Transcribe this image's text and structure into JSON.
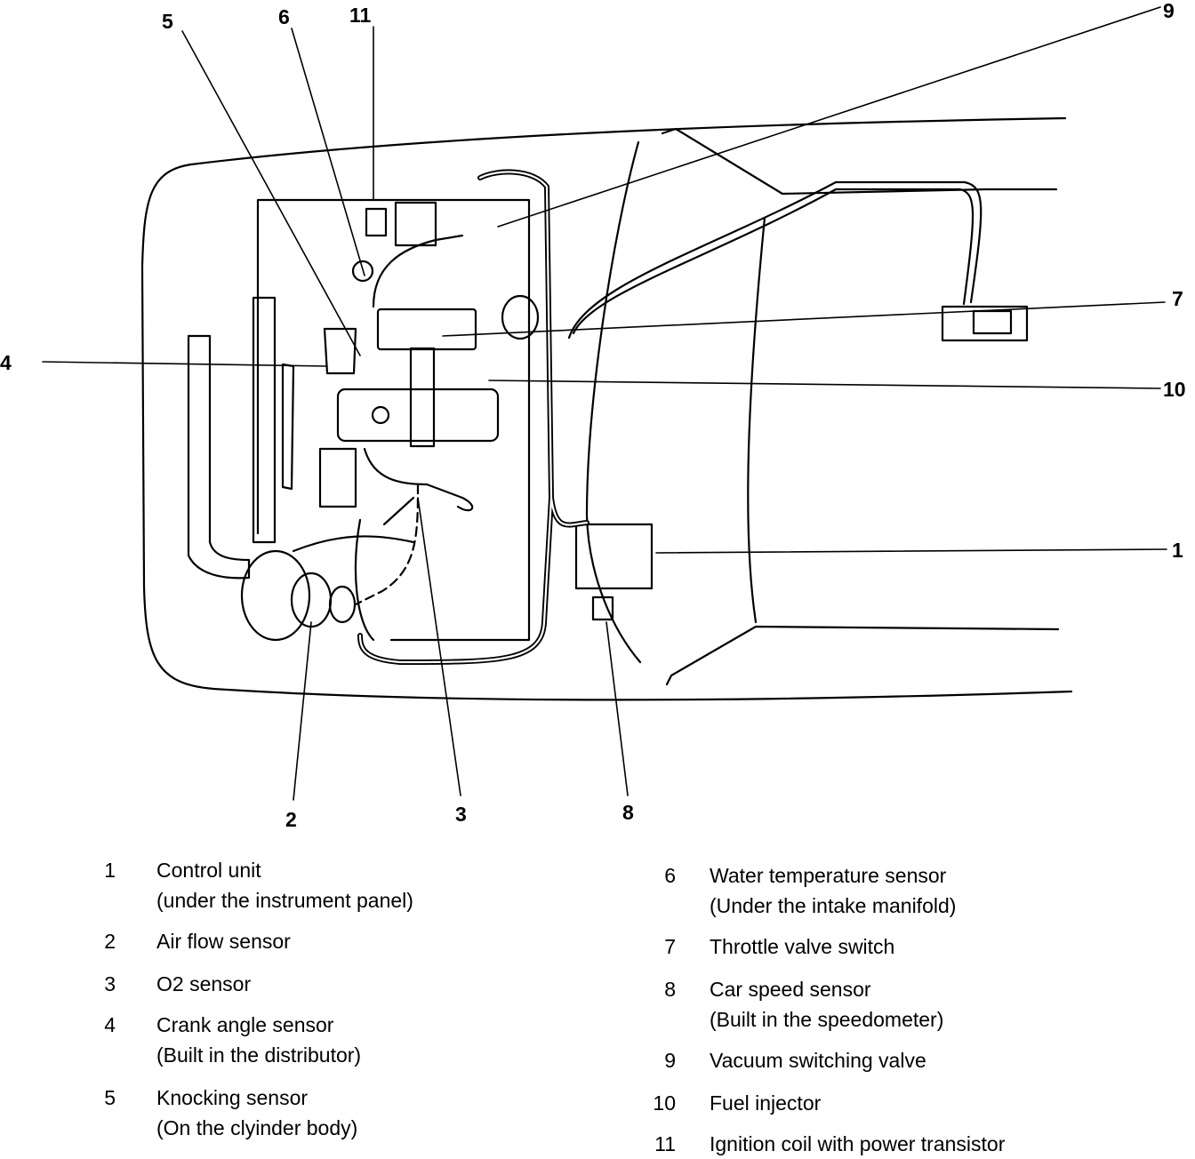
{
  "callouts": [
    "1",
    "2",
    "3",
    "4",
    "5",
    "6",
    "7",
    "8",
    "9",
    "10",
    "11"
  ],
  "legend_left": [
    {
      "num": "1",
      "name": "Control unit",
      "note": "(under the instrument panel)"
    },
    {
      "num": "2",
      "name": "Air flow sensor",
      "note": ""
    },
    {
      "num": "3",
      "name": "O2 sensor",
      "note": ""
    },
    {
      "num": "4",
      "name": "Crank angle sensor",
      "note": "(Built in the distributor)"
    },
    {
      "num": "5",
      "name": "Knocking sensor",
      "note": "(On the clyinder body)"
    }
  ],
  "legend_right": [
    {
      "num": "6",
      "name": "Water temperature sensor",
      "note": "(Under the intake manifold)"
    },
    {
      "num": "7",
      "name": "Throttle valve switch",
      "note": ""
    },
    {
      "num": "8",
      "name": "Car speed sensor",
      "note": "(Built in the speedometer)"
    },
    {
      "num": "9",
      "name": "Vacuum switching valve",
      "note": ""
    },
    {
      "num": "10",
      "name": "Fuel injector",
      "note": ""
    },
    {
      "num": "11",
      "name": "Ignition coil with power transistor",
      "note": ""
    }
  ]
}
